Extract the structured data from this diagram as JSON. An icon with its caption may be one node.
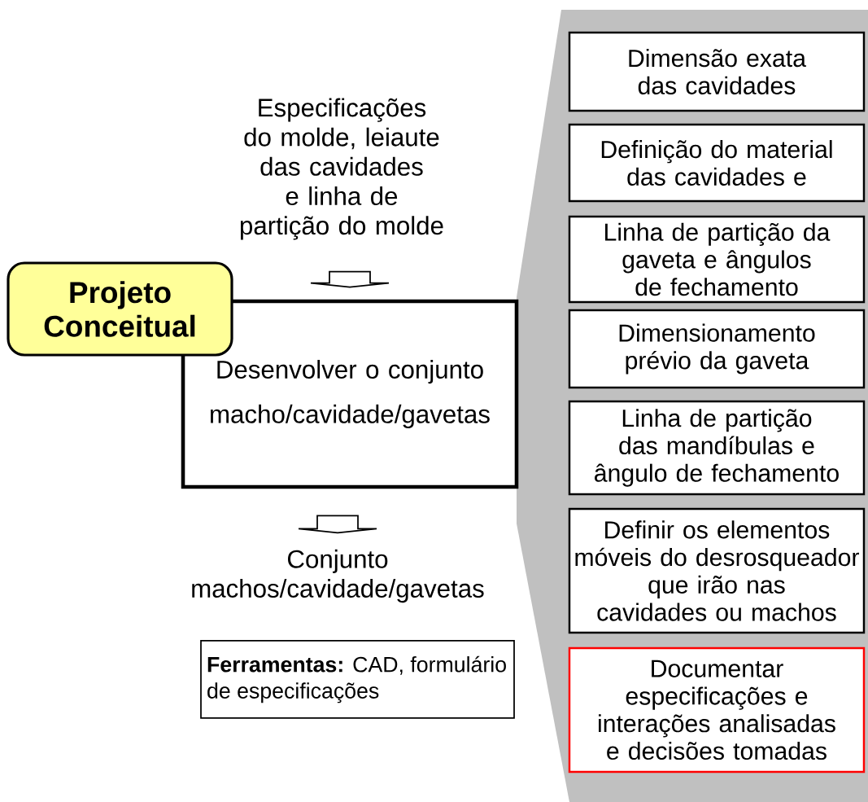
{
  "diagram": {
    "nodes": [
      {
        "text": [
          "Projeto Conceitual"
        ]
      },
      {
        "text": [
          "Especificações do molde, leiaute das cavidades e linha de partição do molde"
        ]
      },
      {
        "text": [
          "Desenvolver o conjunto macho/cavidade/gavetas"
        ]
      },
      {
        "text": [
          "Conjunto machos/cavidade/gavetas"
        ]
      },
      {
        "text": [
          "**Ferramentas:** CAD, formulário de especificações"
        ]
      },
      {
        "text": [],
        "shape": "band"
      },
      {
        "text": [
          "Dimensão exata das cavidades"
        ],
        "in": 5
      },
      {
        "text": [
          "Definição do material das cavidades e"
        ],
        "in": 5
      },
      {
        "text": [
          "Linha de partição da gaveta e ângulos de fechamento"
        ],
        "in": 5
      },
      {
        "text": [
          "Dimensionamento prévio da gaveta"
        ],
        "in": 5
      },
      {
        "text": [
          "Linha de partição das mandíbulas e ângulo de fechamento"
        ],
        "in": 5
      },
      {
        "text": [
          "Definir os elementos móveis do desrosqueador que irão nas cavidades ou machos"
        ],
        "in": 5
      },
      {
        "text": [
          "Documentar especificações e interações analisadas e decisões tomadas"
        ],
        "in": 5
      }
    ],
    "edges": [
      {
        "from": 1,
        "to": 2,
        "arrow": "to"
      },
      {
        "from": 2,
        "to": 3,
        "arrow": "to"
      }
    ]
  }
}
